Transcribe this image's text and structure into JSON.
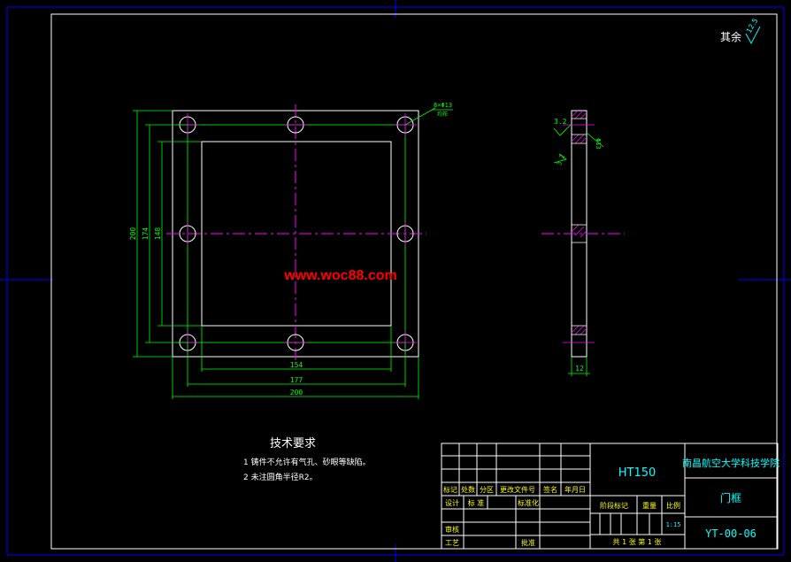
{
  "roughness": {
    "label": "其余",
    "value": "12.5"
  },
  "front_view": {
    "dims": {
      "height_outer": "200",
      "height_mid": "174",
      "height_inner": "148",
      "width_inner": "154",
      "width_mid": "177",
      "width_outer": "200"
    },
    "hole_callout": "8×Φ13",
    "hole_callout_note": "均布"
  },
  "side_view": {
    "dims": {
      "thickness": "12",
      "roughness_top": "3.2",
      "chamfer": "Φ13",
      "roughness_side": "3.2"
    }
  },
  "watermark": "www.woc88.com",
  "tech_requirements": {
    "title": "技术要求",
    "items": [
      "1 铸件不允许有气孔、砂眼等缺陷。",
      "2 未注圆角半径R2。"
    ]
  },
  "title_block": {
    "material": "HT150",
    "institution": "南昌航空大学科技学院",
    "part_name": "门框",
    "drawing_no": "YT-00-06",
    "scale": "1:15",
    "sheets": "共 1 张 第 1 张",
    "labels": {
      "marks": "标记",
      "count": "处数",
      "zone": "分区",
      "change_doc": "更改文件号",
      "signature": "签名",
      "date": "年月日",
      "design": "设计",
      "standardize_1": "标 准",
      "standardize_2": "标准化",
      "review": "审核",
      "process": "工艺",
      "approve": "批准",
      "stage_mark": "阶段标记",
      "weight": "重量",
      "scale_label": "比例"
    }
  },
  "colors": {
    "background": "#000000",
    "frame": "#0000ff",
    "outline": "#ffffff",
    "dimension": "#00ff00",
    "centerline": "#ff00ff",
    "text_cyan": "#00ffff",
    "text_yellow": "#ffff00",
    "watermark": "#ff0000"
  }
}
